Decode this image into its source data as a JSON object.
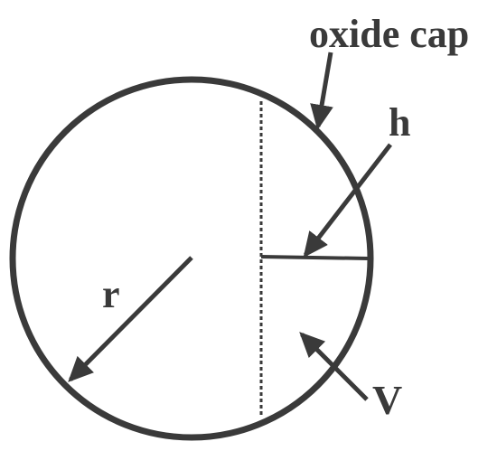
{
  "diagram": {
    "labels": {
      "oxide_cap": "oxide cap",
      "h": "h",
      "r": "r",
      "V": "V"
    },
    "colors": {
      "stroke": "#3a3a3a",
      "background": "#ffffff"
    }
  }
}
